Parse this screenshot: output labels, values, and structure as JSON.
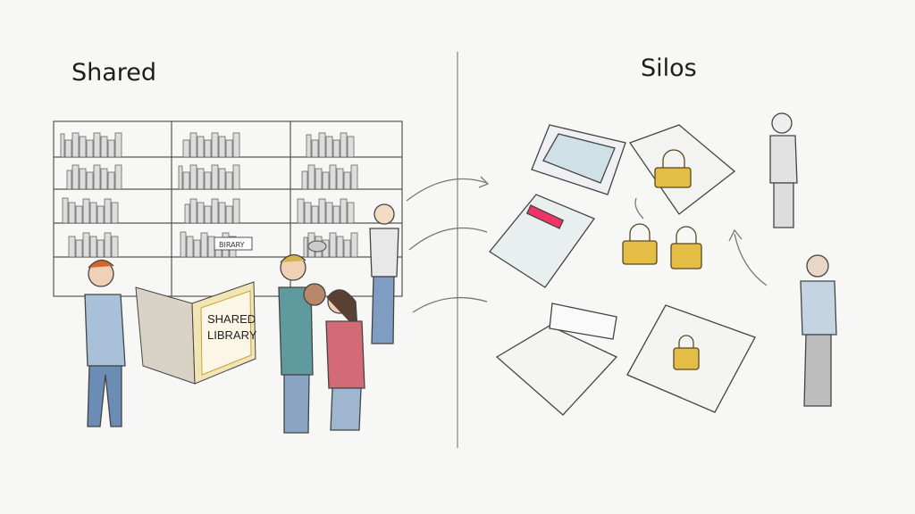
{
  "panels": {
    "left_title": "Shared",
    "right_title": "Silos"
  },
  "illustration": {
    "book_text": [
      "SHARED",
      "LIBRARY"
    ],
    "shelf_label": "BIRARY",
    "lock_color": "#e3bd45",
    "divider_color": "#9a9a9a"
  }
}
